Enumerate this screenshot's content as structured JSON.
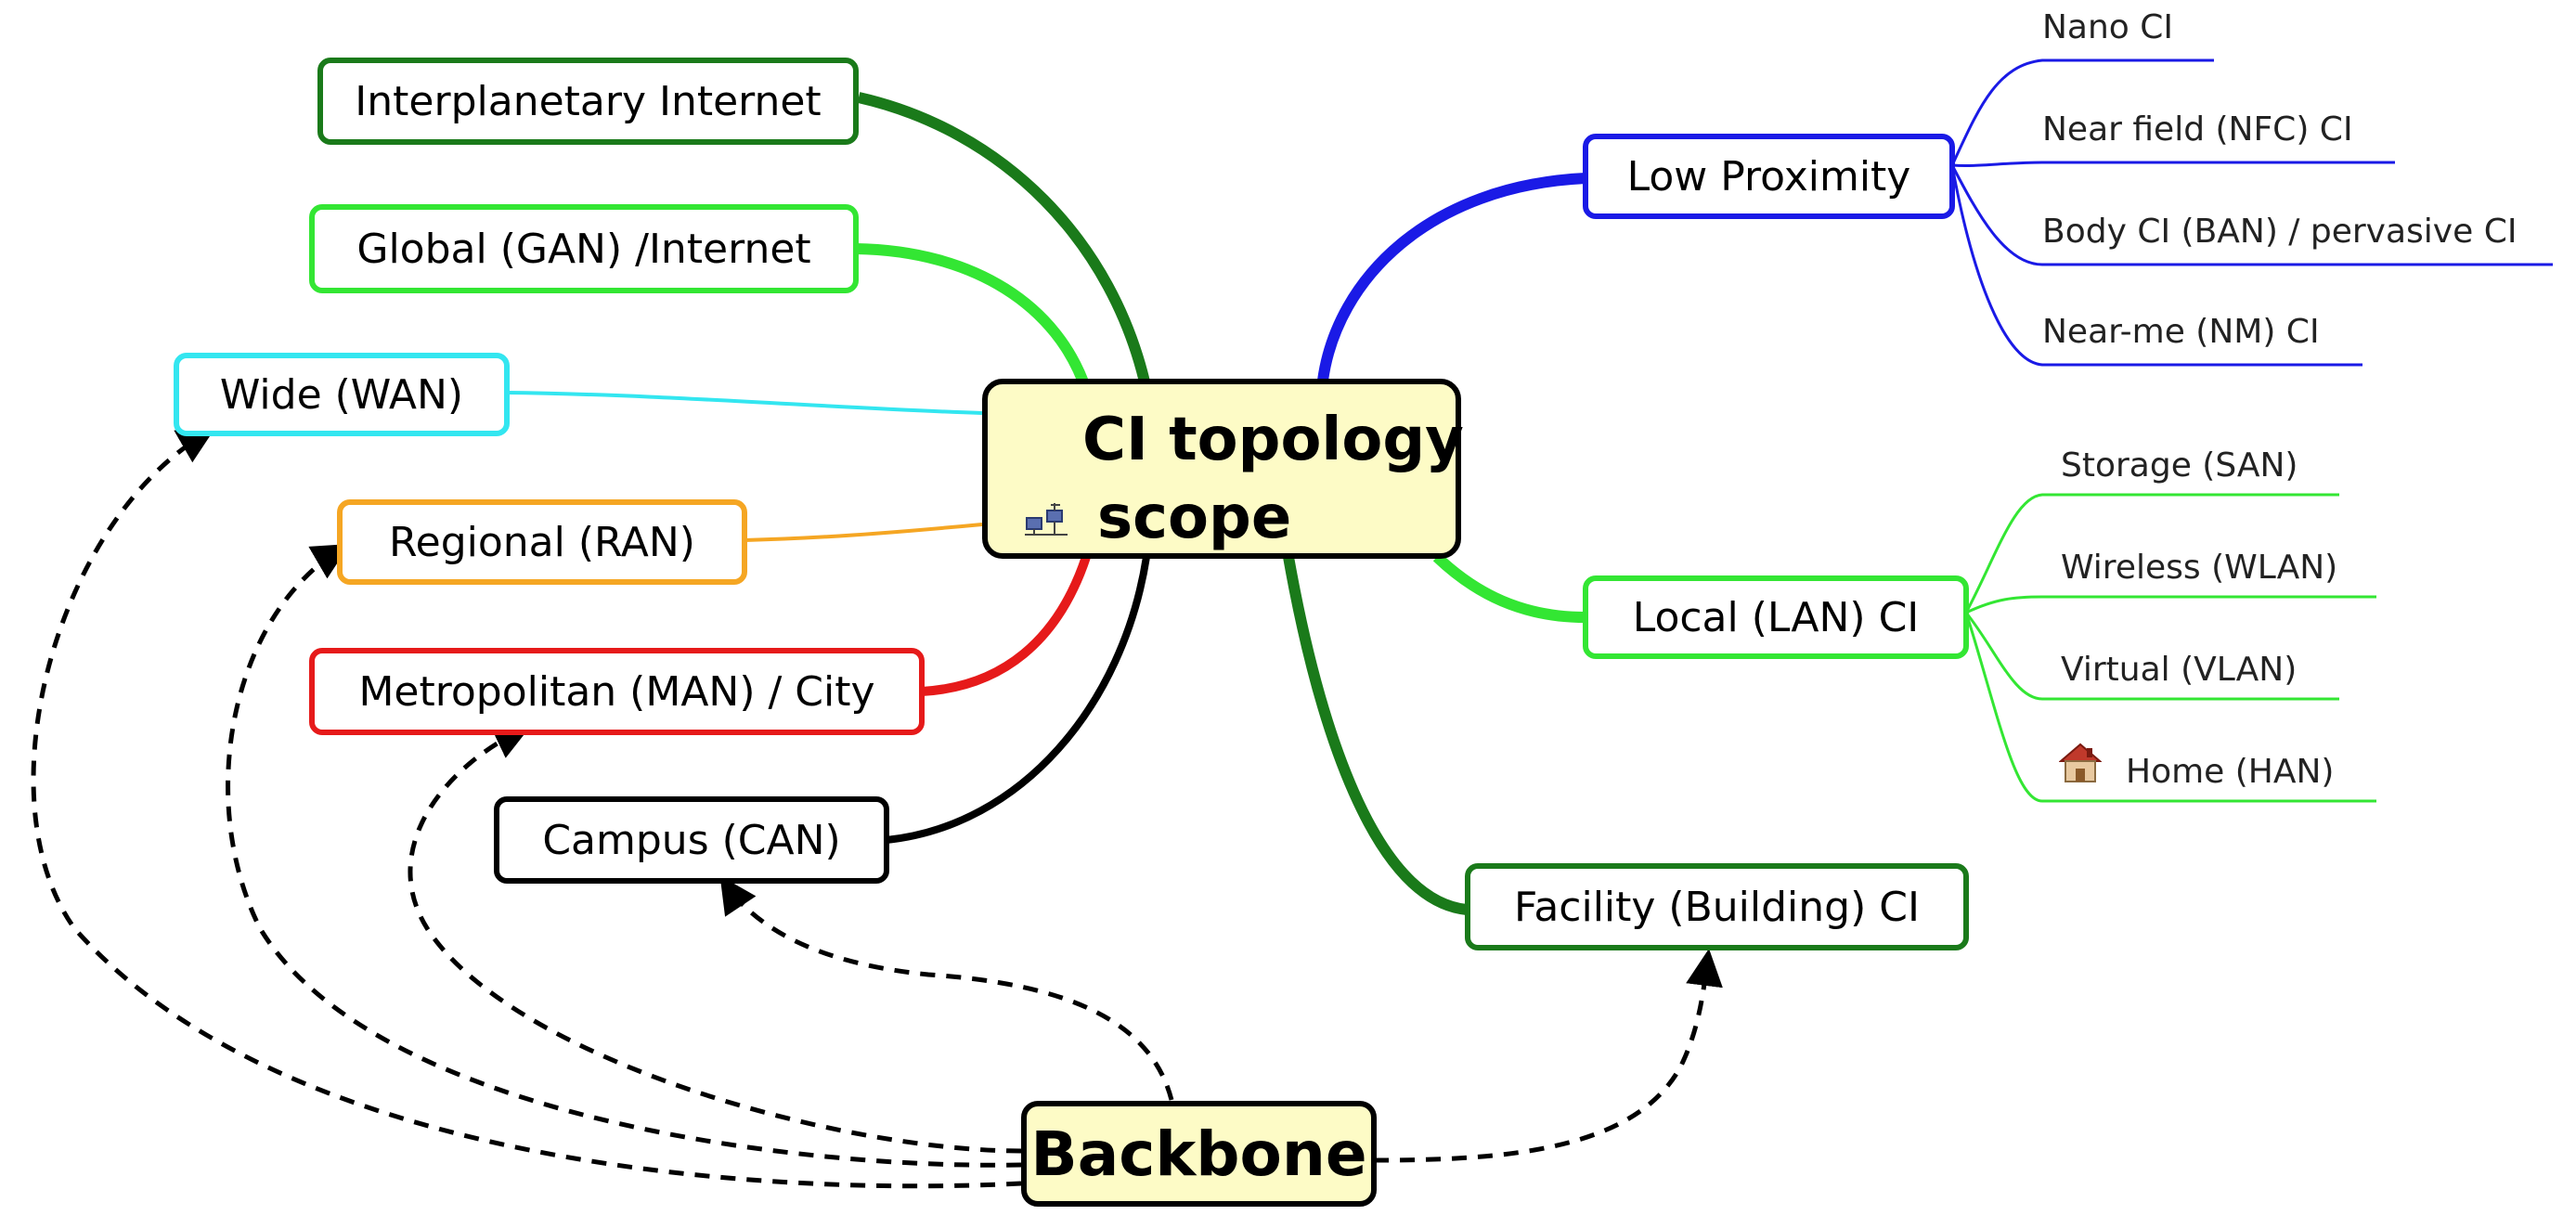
{
  "root": {
    "line1": "CI topology",
    "line2": "scope",
    "icon": "network-icon"
  },
  "backbone": {
    "label": "Backbone"
  },
  "left_nodes": {
    "interplanetary": "Interplanetary Internet",
    "global": "Global (GAN) /Internet",
    "wide": "Wide (WAN)",
    "regional": "Regional (RAN)",
    "metropolitan": "Metropolitan (MAN) / City",
    "campus": "Campus (CAN)"
  },
  "right_nodes": {
    "low_proximity": "Low Proximity",
    "local": "Local (LAN) CI",
    "facility": "Facility (Building) CI"
  },
  "low_proximity_children": [
    "Nano CI",
    "Near field (NFC) CI",
    "Body CI (BAN) / pervasive CI",
    "Near-me (NM) CI"
  ],
  "local_children": [
    "Storage (SAN)",
    "Wireless (WLAN)",
    "Virtual (VLAN)",
    "Home (HAN)"
  ],
  "icons": {
    "home": "house-icon"
  },
  "colors": {
    "interplanetary": "#1a7a1a",
    "global": "#33e633",
    "wide": "#33e6f0",
    "regional": "#f5a623",
    "metropolitan": "#e61a1a",
    "campus": "#000000",
    "low_proximity": "#1a1ae6",
    "local": "#33e633",
    "facility": "#1a7a1a",
    "root_fill": "#fdfbc6"
  }
}
